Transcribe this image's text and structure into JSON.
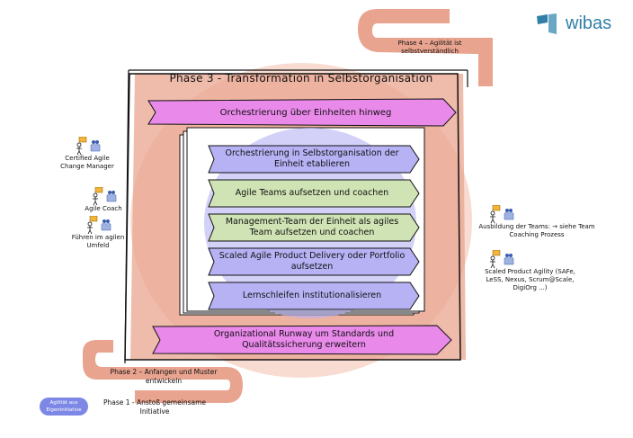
{
  "brand": {
    "name": "wibas",
    "color": "#2f7fa6"
  },
  "colors": {
    "salmon": "#e9a48f",
    "salmon_light": "#f6cdbd",
    "magenta": "#e989ea",
    "magenta_light": "#f7d6f7",
    "lavender": "#b6b2f4",
    "lavender_light": "#e0dcfb",
    "green": "#cfe3b4",
    "frame": "#111111"
  },
  "phase3": {
    "title": "Phase 3 - Transformation in Selbstorganisation"
  },
  "phase4": {
    "label": "Phase 4 – Agilität ist selbstverständlich"
  },
  "phase2": {
    "label": "Phase 2 – Anfangen und Muster entwickeln"
  },
  "phase1": {
    "label": "Phase 1 - Anstoß gemeinsame Initiative",
    "tag": "Agilität aus Eigeninitiative"
  },
  "top_bar": "Orchestrierung über Einheiten hinweg",
  "bottom_bar": "Organizational Runway um Standards und Qualitätssicherung erweitern",
  "steps": [
    {
      "label": "Orchestrierung in Selbstorganisation der Einheit etablieren",
      "color": "lavender"
    },
    {
      "label": "Agile Teams aufsetzen und coachen",
      "color": "green"
    },
    {
      "label": "Management-Team der Einheit als agiles Team aufsetzen und coachen",
      "color": "green"
    },
    {
      "label": "Scaled Agile Product Delivery oder Portfolio aufsetzen",
      "color": "lavender"
    },
    {
      "label": "Lernschleifen institutionalisieren",
      "color": "lavender"
    }
  ],
  "left_roles": [
    {
      "label": "Certified Agile Change Manager"
    },
    {
      "label": "Agile Coach"
    },
    {
      "label": "Führen im agilen Umfeld"
    }
  ],
  "right_roles": [
    {
      "label": "Ausbildung der Teams: → siehe Team Coaching Prozess"
    },
    {
      "label": "Scaled Product Agility (SAFe, LeSS, Nexus, Scrum@Scale, DigiOrg ...)"
    }
  ]
}
